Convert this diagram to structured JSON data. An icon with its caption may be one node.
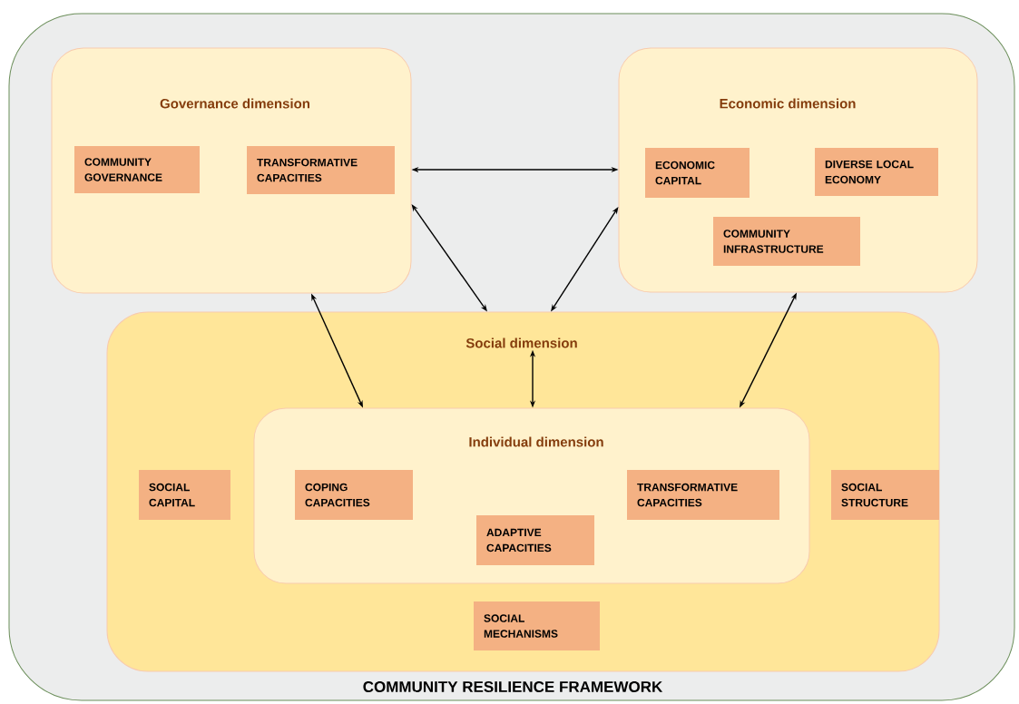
{
  "diagram": {
    "nodes": [
      {
        "text": [
          "COMMUNITY RESILIENCE FRAMEWORK"
        ]
      },
      {
        "text": [
          "Governance dimension"
        ],
        "in": 0
      },
      {
        "text": [
          "COMMUNITY GOVERNANCE"
        ],
        "in": 1
      },
      {
        "text": [
          "TRANSFORMATIVE CAPACITIES"
        ],
        "in": 1
      },
      {
        "text": [
          "Economic dimension"
        ],
        "in": 0
      },
      {
        "text": [
          "ECONOMIC CAPITAL"
        ],
        "in": 4
      },
      {
        "text": [
          "DIVERSE LOCAL ECONOMY"
        ],
        "in": 4
      },
      {
        "text": [
          "COMMUNITY INFRASTRUCTURE"
        ],
        "in": 4
      },
      {
        "text": [
          "Social dimension"
        ],
        "in": 0
      },
      {
        "text": [
          "SOCIAL CAPITAL"
        ],
        "in": 8
      },
      {
        "text": [
          "Individual dimension"
        ],
        "in": 8
      },
      {
        "text": [
          "COPING CAPACITIES"
        ],
        "in": 10
      },
      {
        "text": [
          "TRANSFORMATIVE CAPACITIES"
        ],
        "in": 10
      },
      {
        "text": [
          "ADAPTIVE CAPACITIES"
        ],
        "in": 10
      },
      {
        "text": [
          "SOCIAL STRUCTURE"
        ],
        "in": 8
      },
      {
        "text": [
          "SOCIAL MECHANISMS"
        ],
        "in": 8
      }
    ],
    "edges": [
      {
        "from": 1,
        "to": 4,
        "arrow": "both"
      },
      {
        "from": 1,
        "to": 8,
        "arrow": "both"
      },
      {
        "from": 4,
        "to": 8,
        "arrow": "both"
      },
      {
        "from": 1,
        "to": 10,
        "arrow": "both"
      },
      {
        "from": 4,
        "to": 10,
        "arrow": "both"
      },
      {
        "from": 8,
        "to": 10,
        "arrow": "both"
      }
    ]
  }
}
